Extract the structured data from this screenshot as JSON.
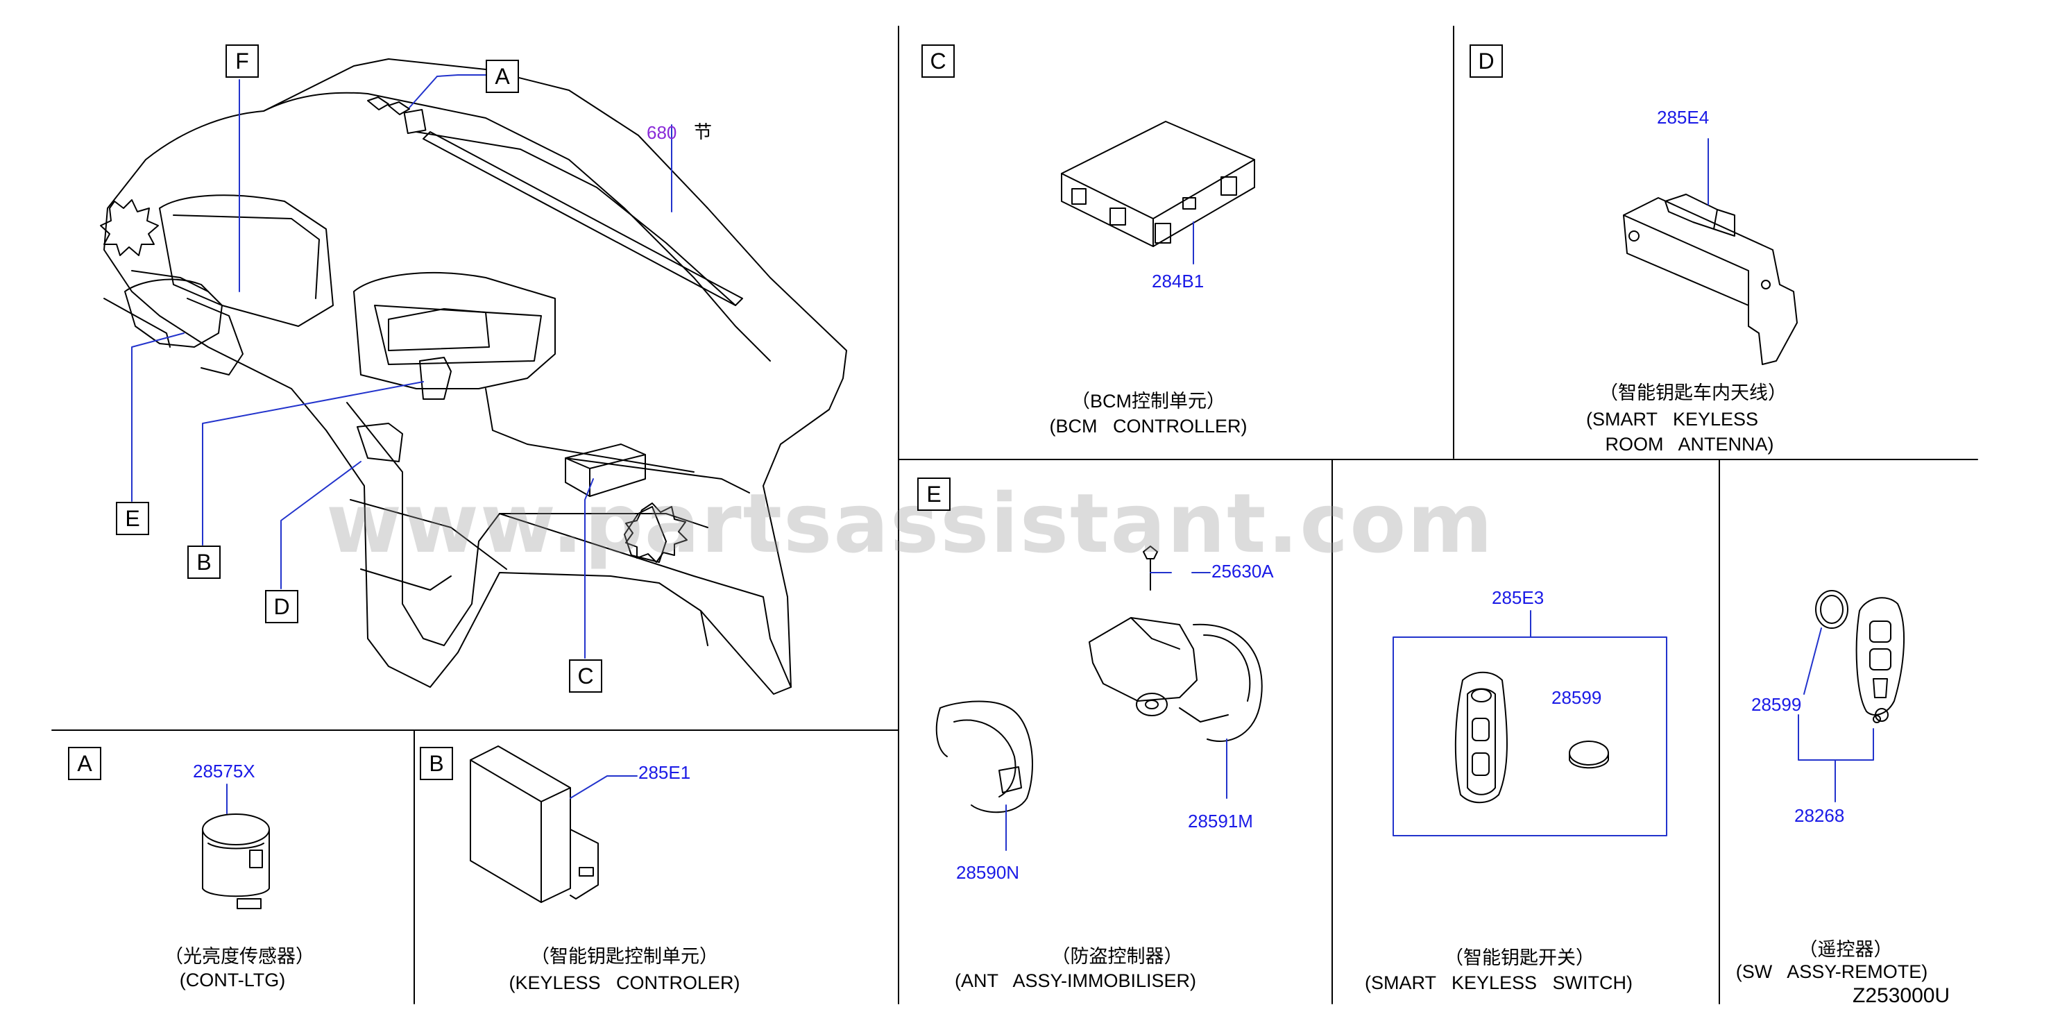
{
  "diagram_code": "Z253000U",
  "watermark": "www.partsassistant.com",
  "main": {
    "ref_number": "680",
    "ref_suffix": "节",
    "callouts": [
      "A",
      "B",
      "C",
      "D",
      "E",
      "F"
    ]
  },
  "panels": {
    "C": {
      "letter": "C",
      "part": "284B1",
      "caption_cn": "（BCM控制单元）",
      "caption_en": "(BCM   CONTROLLER)"
    },
    "D": {
      "letter": "D",
      "part": "285E4",
      "caption_cn": "（智能钥匙车内天线）",
      "caption_en": "(SMART   KEYLESS",
      "caption_en2": "ROOM   ANTENNA)"
    },
    "E": {
      "letter": "E",
      "parts": [
        "25630A",
        "28591M",
        "28590N"
      ],
      "caption_cn": "（防盗控制器）",
      "caption_en": "(ANT   ASSY-IMMOBILISER)"
    },
    "A": {
      "letter": "A",
      "part": "28575X",
      "caption_cn": "（光亮度传感器）",
      "caption_en": "(CONT-LTG)"
    },
    "B": {
      "letter": "B",
      "part": "285E1",
      "caption_cn": "（智能钥匙控制单元）",
      "caption_en": "(KEYLESS   CONTROLER)"
    },
    "switch": {
      "parts": [
        "285E3",
        "28599"
      ],
      "caption_cn": "（智能钥匙开关）",
      "caption_en": "(SMART   KEYLESS   SWITCH)"
    },
    "remote": {
      "parts": [
        "28599",
        "28268"
      ],
      "caption_cn": "（遥控器）",
      "caption_en": "(SW   ASSY-REMOTE)"
    }
  },
  "colors": {
    "line": "#000000",
    "part_number": "#1a1ae6",
    "ref_number": "#8a2bd8",
    "leader": "#2233cc",
    "watermark": "#969696"
  }
}
